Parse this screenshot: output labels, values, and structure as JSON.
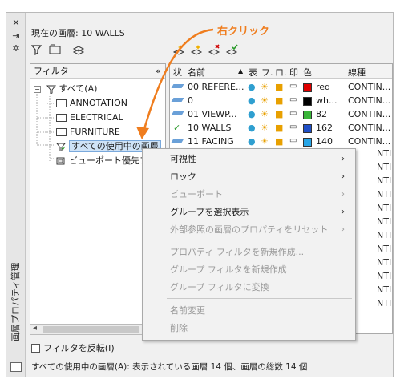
{
  "current_layer": "現在の画層: 10 WALLS",
  "filter_header": "フィルタ",
  "collapse_label": "«",
  "tree": {
    "root": "すべて(A)",
    "items": [
      "ANNOTATION",
      "ELECTRICAL",
      "FURNITURE"
    ],
    "highlighted": "すべての使用中の画層",
    "last": "ビューポート優先フ"
  },
  "invert_label": "フィルタを反転(I)",
  "vertical_title": "画層プロパティ管理",
  "annotation": "右クリック",
  "columns": {
    "status": "状",
    "name": "名前",
    "on": "表",
    "freeze": "フ.",
    "lock": "ロ.",
    "plot": "印",
    "color": "色",
    "linetype": "線種"
  },
  "layers": [
    {
      "name": "00 REFERE...",
      "color_name": "red",
      "color_hex": "#e00000",
      "linetype": "CONTIN...",
      "status": "layer"
    },
    {
      "name": "0",
      "color_name": "wh...",
      "color_hex": "#000000",
      "linetype": "CONTIN...",
      "status": "layer"
    },
    {
      "name": "01 VIEWP...",
      "color_name": "82",
      "color_hex": "#3ab53a",
      "linetype": "CONTIN...",
      "status": "layer"
    },
    {
      "name": "10 WALLS",
      "color_name": "162",
      "color_hex": "#1f4fc7",
      "linetype": "CONTIN...",
      "status": "current"
    },
    {
      "name": "11 FACING",
      "color_name": "140",
      "color_hex": "#27a6e8",
      "linetype": "CONTIN...",
      "status": "layer"
    }
  ],
  "hidden_linetypes": [
    "NTIN...",
    "NTIN...",
    "NTIN...",
    "NTIN...",
    "NTIN...",
    "NTIN...",
    "NTIN...",
    "NTIN...",
    "NTIN...",
    "NTIN...",
    "NTIN...",
    "NTIN..."
  ],
  "menu": {
    "items": [
      {
        "label": "可視性",
        "enabled": true,
        "submenu": true
      },
      {
        "label": "ロック",
        "enabled": true,
        "submenu": true
      },
      {
        "label": "ビューポート",
        "enabled": false,
        "submenu": true
      },
      {
        "label": "グループを選択表示",
        "enabled": true,
        "submenu": true
      },
      {
        "label": "外部参照の画層のプロパティをリセット",
        "enabled": false,
        "submenu": true
      },
      {
        "label": "プロパティ フィルタを新規作成...",
        "enabled": false,
        "submenu": false
      },
      {
        "label": "グループ フィルタを新規作成",
        "enabled": false,
        "submenu": false
      },
      {
        "label": "グループ フィルタに変換",
        "enabled": false,
        "submenu": false
      },
      {
        "label": "名前変更",
        "enabled": false,
        "submenu": false
      },
      {
        "label": "削除",
        "enabled": false,
        "submenu": false
      }
    ],
    "submenu_arrow": "›"
  },
  "status": "すべての使用中の画層(A): 表示されている画層 14 個、画層の総数 14 個",
  "strip_controls": [
    "✕",
    "⇥",
    "✲"
  ],
  "icons": {
    "on": "bulb-icon",
    "freeze": "sun-icon",
    "lock": "lock-icon",
    "plot": "printer-icon"
  },
  "icon_glyphs": {
    "on": "●",
    "freeze": "☀",
    "lock": "■",
    "plot": "▭"
  },
  "accent": "#ef7d1e"
}
